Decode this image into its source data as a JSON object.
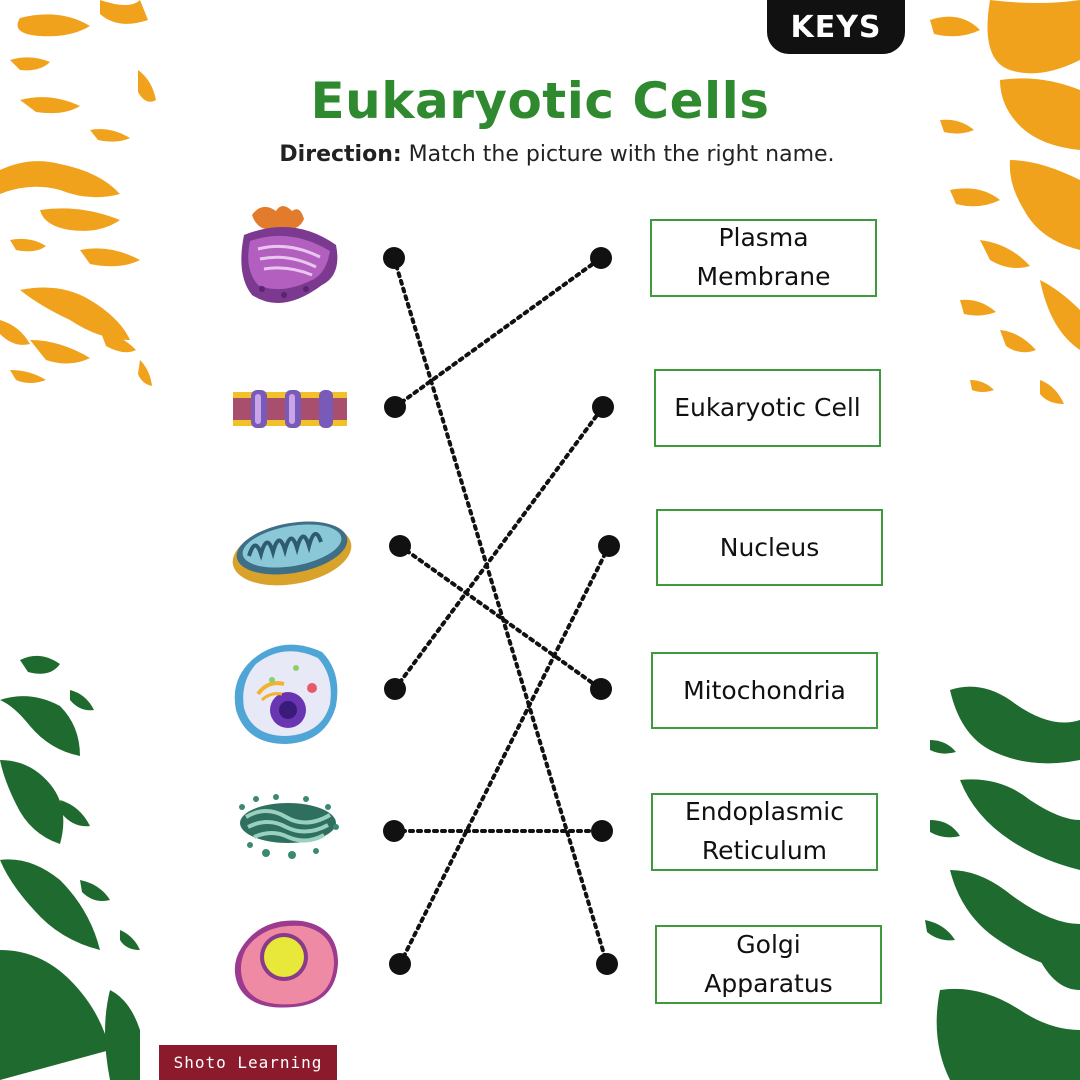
{
  "keys_label": "KEYS",
  "title": "Eukaryotic Cells",
  "direction": {
    "label": "Direction:",
    "text": " Match the picture with the right name."
  },
  "pictures": [
    {
      "icon": "golgi-apparatus-icon"
    },
    {
      "icon": "plasma-membrane-icon"
    },
    {
      "icon": "mitochondria-icon"
    },
    {
      "icon": "eukaryotic-cell-icon"
    },
    {
      "icon": "endoplasmic-reticulum-icon"
    },
    {
      "icon": "nucleus-icon"
    }
  ],
  "names": [
    {
      "label": "Plasma\nMembrane"
    },
    {
      "label": "Eukaryotic Cell"
    },
    {
      "label": "Nucleus"
    },
    {
      "label": "Mitochondria"
    },
    {
      "label": "Endoplasmic\nReticulum"
    },
    {
      "label": "Golgi\nApparatus"
    }
  ],
  "matches": [
    {
      "picture": "Golgi Apparatus",
      "name": "Golgi Apparatus"
    },
    {
      "picture": "Plasma Membrane",
      "name": "Plasma Membrane"
    },
    {
      "picture": "Mitochondria",
      "name": "Mitochondria"
    },
    {
      "picture": "Eukaryotic Cell",
      "name": "Eukaryotic Cell"
    },
    {
      "picture": "Endoplasmic Reticulum",
      "name": "Endoplasmic Reticulum"
    },
    {
      "picture": "Nucleus",
      "name": "Nucleus"
    }
  ],
  "footer": "Shoto Learning",
  "colors": {
    "title": "#2f8a2f",
    "box_border": "#3f9a3f",
    "orange_splash": "#f0a21c",
    "green_splash": "#1f6b2f",
    "footer_bg": "#8b1a2c"
  }
}
